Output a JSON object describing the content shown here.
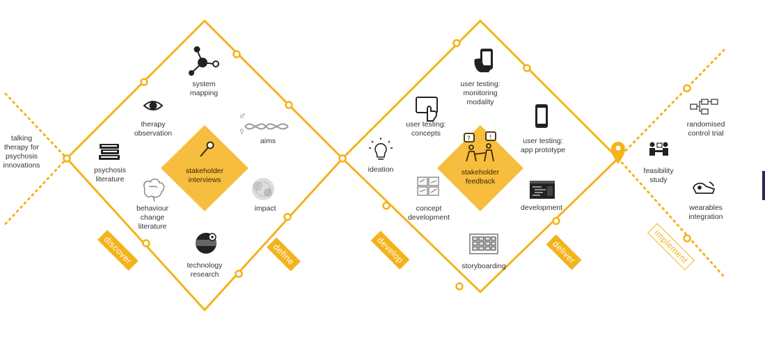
{
  "diagram": {
    "accent_color": "#f3b31b",
    "inner_diamond_color": "#f6bd3f",
    "left_label": "talking therapy for psychosis innovations",
    "phases": {
      "discover": "discover",
      "define": "define",
      "develop": "develop",
      "deliver": "deliver",
      "implement": "implement"
    },
    "center_left": "stakeholder interviews",
    "center_right": "stakeholder feedback",
    "items": {
      "system_mapping": "system mapping",
      "therapy_observation": "therapy observation",
      "aims": "aims",
      "psychosis_literature": "psychosis literature",
      "behaviour_change_literature": "behaviour change literature",
      "impact": "impact",
      "technology_research": "technology research",
      "ideation": "ideation",
      "user_testing_concepts": "user testing: concepts",
      "user_testing_monitoring": "user testing: monitoring modality",
      "user_testing_app": "user testing: app prototype",
      "concept_development": "concept development",
      "development": "development",
      "storyboarding": "storyboarding",
      "randomised_control_trial": "randomised control trial",
      "feasibility_study": "feasibility study",
      "wearables_integration": "wearables integration"
    },
    "icons": [
      "network-icon",
      "eye-icon",
      "dna-icon",
      "books-icon",
      "brain-icon",
      "impact-icon",
      "vr-headset-icon",
      "microphone-icon",
      "lightbulb-icon",
      "tablet-touch-icon",
      "phone-hand-icon",
      "smartphone-icon",
      "sketches-icon",
      "code-window-icon",
      "storyboard-icon",
      "people-talking-icon",
      "flowchart-icon",
      "meeting-icon",
      "wearable-icon",
      "location-pin-icon"
    ]
  }
}
